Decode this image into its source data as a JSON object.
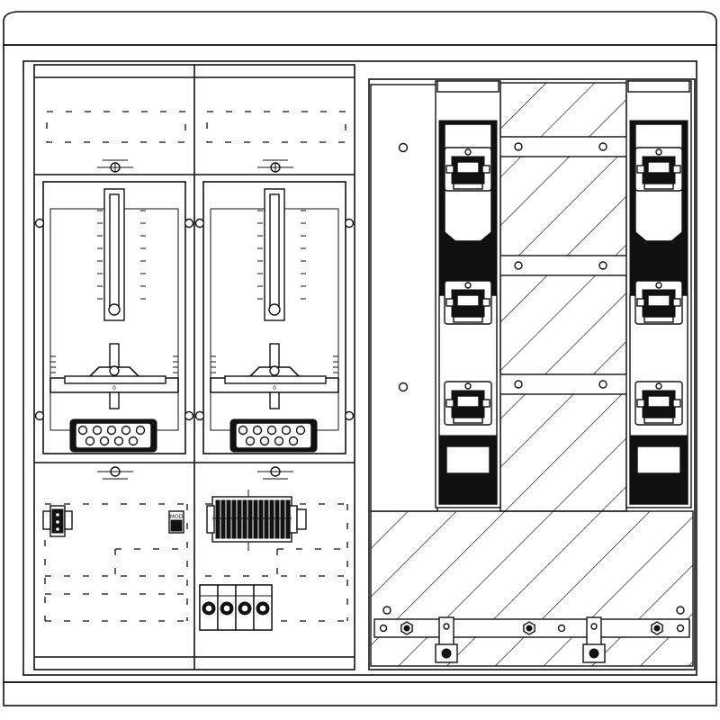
{
  "drawing": {
    "line_color": "#111111",
    "background_color": "#ffffff",
    "hatch_color": "#111111"
  },
  "meter_compartments": [
    {
      "id": "left",
      "terminal_label": "0"
    },
    {
      "id": "right",
      "terminal_label": "0"
    }
  ],
  "fuse_columns": [
    "left",
    "right"
  ],
  "lower_components": {
    "small_module_label": "MOD"
  }
}
